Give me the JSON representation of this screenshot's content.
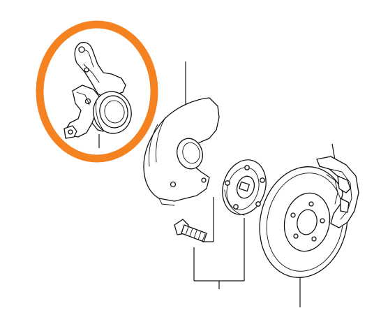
{
  "diagram": {
    "highlight_color": "#f58220",
    "line_color": "#111111",
    "background": "#ffffff",
    "parts": [
      {
        "name": "steering-knuckle",
        "highlighted": true
      },
      {
        "name": "dust-shield"
      },
      {
        "name": "wheel-hub"
      },
      {
        "name": "hub-bolt"
      },
      {
        "name": "brake-disc"
      },
      {
        "name": "brake-caliper"
      }
    ]
  }
}
